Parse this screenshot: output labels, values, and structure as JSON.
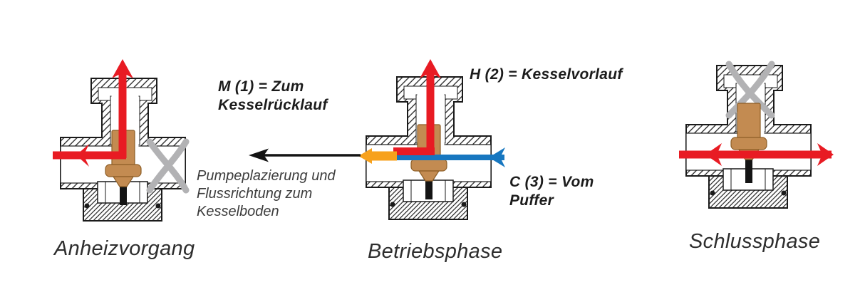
{
  "diagram": {
    "port_labels": {
      "m1": "M (1) = Zum\nKesselrücklauf",
      "h2": "H (2) = Kesselvorlauf",
      "c3": "C (3) = Vom\nPuffer"
    },
    "pump_note": "Pumpeplazierung und\nFlussrichtung zum\nKesselboden",
    "phases": [
      {
        "caption": "Anheizvorgang"
      },
      {
        "caption": "Betriebsphase"
      },
      {
        "caption": "Schlussphase"
      }
    ],
    "colors": {
      "hot_flow_red": "#e81b23",
      "cold_flow_blue": "#1777c0",
      "mixed_flow_orange": "#f7a11c",
      "thermostat_brass": "#c38b51",
      "closed_port_gray": "#b2b2b4",
      "outline_black": "#1a1a1a"
    }
  }
}
